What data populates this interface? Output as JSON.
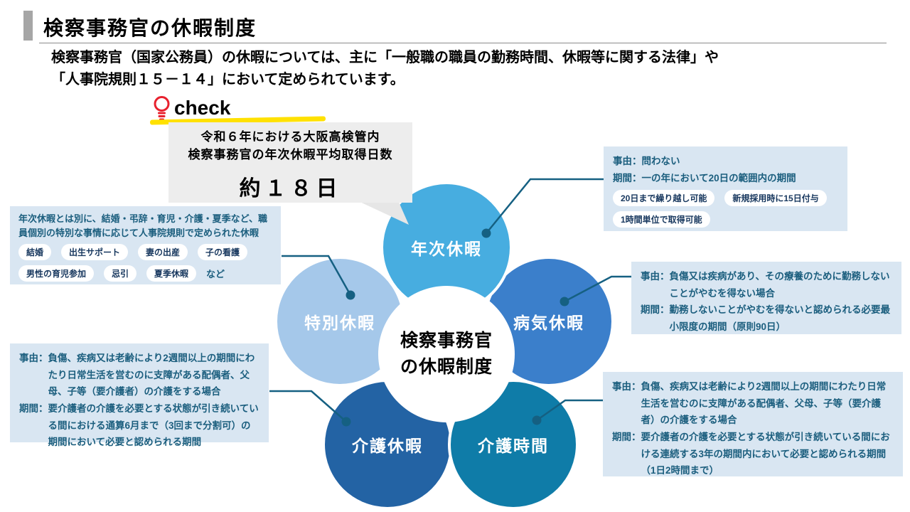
{
  "page": {
    "title": "検察事務官の休暇制度",
    "subtitle_line1": "検察事務官（国家公務員）の休暇については、主に「一般職の職員の勤務時間、休暇等に関する法律」や",
    "subtitle_line2": "「人事院規則１５－１４」において定められています。"
  },
  "check": {
    "label": "check",
    "icon": "lightbulb-icon",
    "box_line1": "令和６年における大阪高検管内",
    "box_line2": "検察事務官の年次休暇平均取得日数",
    "big_value": "約１８日"
  },
  "center": {
    "line1": "検察事務官",
    "line2": "の休暇制度"
  },
  "petals": [
    {
      "id": "annual",
      "label": "年次休暇",
      "color": "#47ade0"
    },
    {
      "id": "sick",
      "label": "病気休暇",
      "color": "#3b7fcb"
    },
    {
      "id": "special",
      "label": "特別休暇",
      "color": "#a5c8ea"
    },
    {
      "id": "care_leave",
      "label": "介護休暇",
      "color": "#2363a4"
    },
    {
      "id": "care_time",
      "label": "介護時間",
      "color": "#0f7ca8"
    }
  ],
  "boxes": {
    "annual": {
      "reason_label": "事由：",
      "reason": "問わない",
      "period_label": "期間：",
      "period": "一の年において20日の範囲内の期間",
      "pills": [
        "20日まで繰り越し可能",
        "新規採用時に15日付与",
        "1時間単位で取得可能"
      ]
    },
    "sick": {
      "reason_label": "事由：",
      "reason": "負傷又は疾病があり、その療養のために勤務しないことがやむを得ない場合",
      "period_label": "期間：",
      "period": "勤務しないことがやむを得ないと認められる必要最小限度の期間（原則90日）"
    },
    "special": {
      "intro": "年次休暇とは別に、結婚・弔辞・育児・介護・夏季など、職員個別の特別な事情に応じて人事院規則で定められた休暇",
      "pills": [
        "結婚",
        "出生サポート",
        "妻の出産",
        "子の看護",
        "男性の育児参加",
        "忌引",
        "夏季休暇"
      ],
      "suffix": "など"
    },
    "care_leave": {
      "reason_label": "事由：",
      "reason": "負傷、疾病又は老齢により2週間以上の期間にわたり日常生活を営むのに支障がある配偶者、父母、子等（要介護者）の介護をする場合",
      "period_label": "期間：",
      "period": "要介護者の介護を必要とする状態が引き続いている間における通算6月まで（3回まで分割可）の期間において必要と認められる期間"
    },
    "care_time": {
      "reason_label": "事由：",
      "reason": "負傷、疾病又は老齢により2週間以上の期間にわたり日常生活を営むのに支障がある配偶者、父母、子等（要介護者）の介護をする場合",
      "period_label": "期間：",
      "period": "要介護者の介護を必要とする状態が引き続いている間における連続する3年の期間内において必要と認められる期間（1日2時間まで）"
    }
  },
  "colors": {
    "petal_annual": "#47ade0",
    "petal_sick": "#3b7fcb",
    "petal_special": "#a5c8ea",
    "petal_care_leave": "#2363a4",
    "petal_care_time": "#0f7ca8",
    "connector": "#156082",
    "info_box_bg": "#d9e6f2",
    "info_box_text": "#1b5e7e",
    "pill_text": "#17375e",
    "highlight_yellow": "#ffe100",
    "bulb_red": "#e8212e",
    "callout_gray": "#ededed",
    "accent_bar_gray": "#a6a6a6"
  }
}
